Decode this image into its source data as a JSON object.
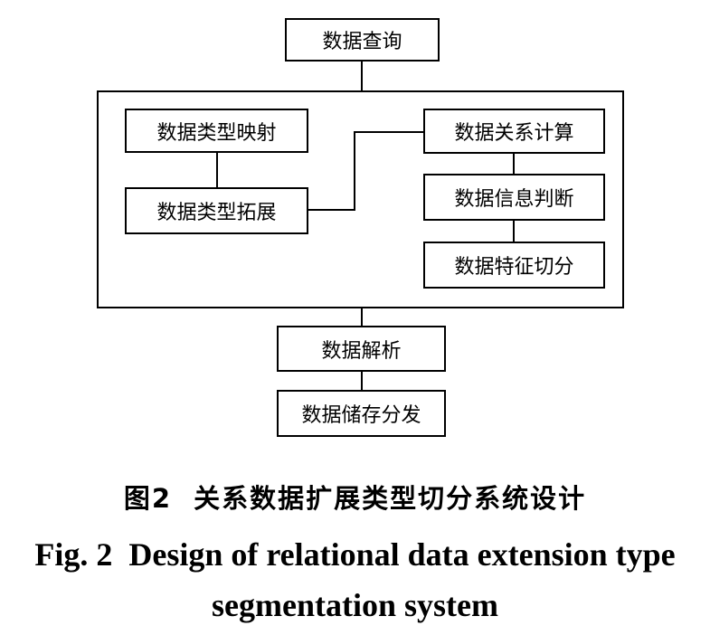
{
  "diagram": {
    "nodes": {
      "query": "数据查询",
      "type_mapping": "数据类型映射",
      "type_extension": "数据类型拓展",
      "relation_calc": "数据关系计算",
      "info_judgement": "数据信息判断",
      "feature_segmentation": "数据特征切分",
      "parsing": "数据解析",
      "storage_distribution": "数据储存分发"
    }
  },
  "caption": {
    "cn": "图2  关系数据扩展类型切分系统设计",
    "en_line1": "Fig. 2  Design of relational data extension type",
    "en_line2": "segmentation system"
  }
}
